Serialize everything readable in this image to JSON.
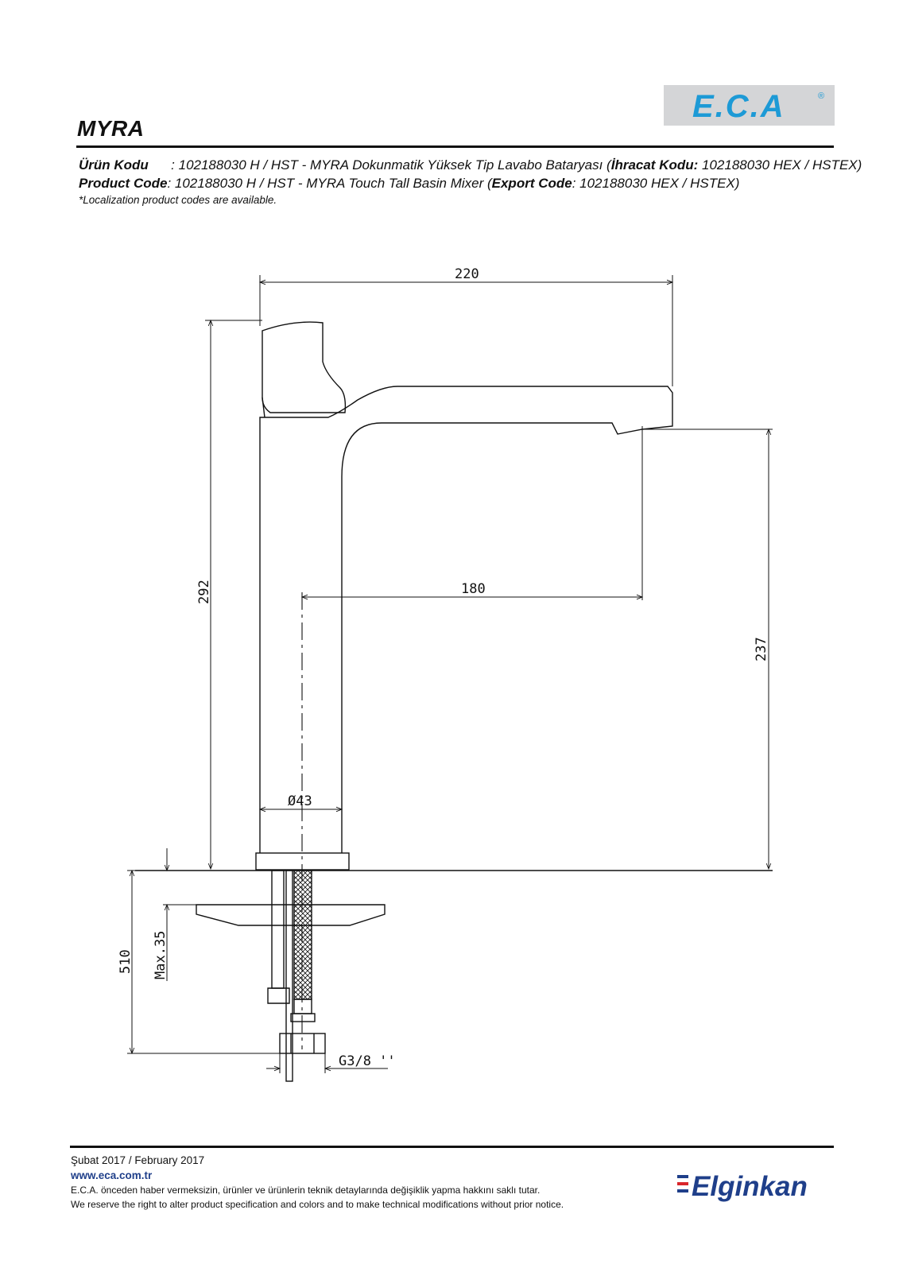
{
  "header": {
    "product_name": "MYRA",
    "brand_logo": "E.C.A",
    "registered_mark": "®"
  },
  "codes": {
    "tr_label": "Ürün Kodu",
    "tr_text": "      : 102188030 H / HST - MYRA Dokunmatik Yüksek Tip Lavabo Bataryası (",
    "tr_export_label": "İhracat Kodu:",
    "tr_export_value": " 102188030 HEX / HSTEX)",
    "en_label": "Product Code",
    "en_text": ": 102188030 H / HST - MYRA Touch Tall Basin Mixer (",
    "en_export_label": "Export Code",
    "en_export_value": ": 102188030 HEX / HSTEX)",
    "note": "*Localization product codes are available."
  },
  "dimensions": {
    "total_length": "220",
    "total_height": "292",
    "spout_reach": "180",
    "spout_height": "237",
    "body_diameter": "Ø43",
    "max_thickness": "Max.35",
    "hose_length": "510",
    "connection": "G3/8 ''"
  },
  "footer": {
    "date": "Şubat 2017 / February 2017",
    "website": "www.eca.com.tr",
    "disclaimer_tr": "E.C.A. önceden haber vermeksizin, ürünler ve ürünlerin teknik detaylarında değişiklik yapma hakkını saklı tutar.",
    "disclaimer_en": "We reserve the right to alter product specification and colors and to make technical modifications without prior notice.",
    "company_logo": "Elginkan"
  },
  "colors": {
    "eca_blue": "#1d9ad6",
    "elginkan_blue": "#1f3f8a",
    "elginkan_red": "#d9262b",
    "logo_bg": "#d4d5d7"
  },
  "icons": [
    "eca-logo",
    "elginkan-logo"
  ]
}
